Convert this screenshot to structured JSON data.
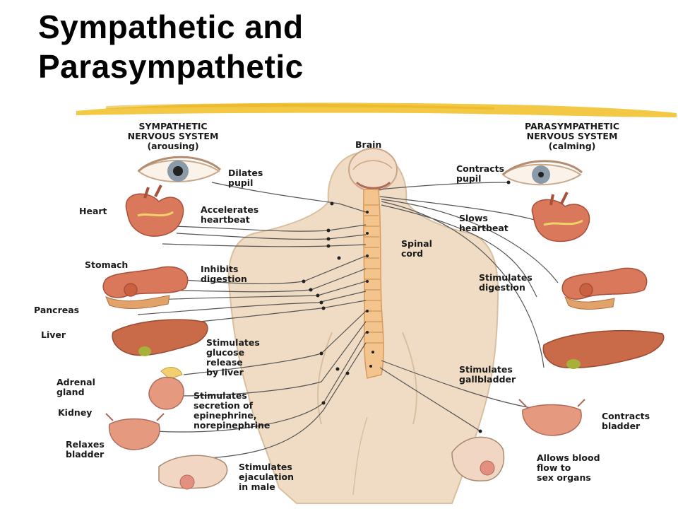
{
  "title": {
    "line1": "Sympathetic and",
    "line2": "Parasympathetic"
  },
  "sympathetic": {
    "line1": "SYMPATHETIC",
    "line2": "NERVOUS SYSTEM",
    "line3": "(arousing)",
    "actions": {
      "pupil": [
        "Dilates",
        "pupil"
      ],
      "heart": [
        "Accelerates",
        "heartbeat"
      ],
      "digestion": [
        "Inhibits",
        "digestion"
      ],
      "glucose": [
        "Stimulates",
        "glucose",
        "release",
        "by liver"
      ],
      "epinephrine": [
        "Stimulates",
        "secretion of",
        "epinephrine,",
        "norepinephrine"
      ],
      "bladder": [
        "Relaxes",
        "bladder"
      ],
      "ejaculation": [
        "Stimulates",
        "ejaculation",
        "in male"
      ]
    },
    "organs": {
      "heart": "Heart",
      "stomach": "Stomach",
      "pancreas": "Pancreas",
      "liver": "Liver",
      "adrenal": [
        "Adrenal",
        "gland"
      ],
      "kidney": "Kidney"
    }
  },
  "parasympathetic": {
    "line1": "PARASYMPATHETIC",
    "line2": "NERVOUS SYSTEM",
    "line3": "(calming)",
    "actions": {
      "pupil": [
        "Contracts",
        "pupil"
      ],
      "heart": [
        "Slows",
        "heartbeat"
      ],
      "digestion": [
        "Stimulates",
        "digestion"
      ],
      "gallbladder": [
        "Stimulates",
        "gallbladder"
      ],
      "bladder": [
        "Contracts",
        "bladder"
      ],
      "blood": [
        "Allows blood",
        "flow to",
        "sex organs"
      ]
    }
  },
  "center": {
    "brain": "Brain",
    "spinal": [
      "Spinal",
      "cord"
    ]
  },
  "colors": {
    "highlight": "#f2c230",
    "skin": "#f0dcc4",
    "spine": "#f4c48e",
    "organ": "#d9785a",
    "nerve": "#555555"
  }
}
